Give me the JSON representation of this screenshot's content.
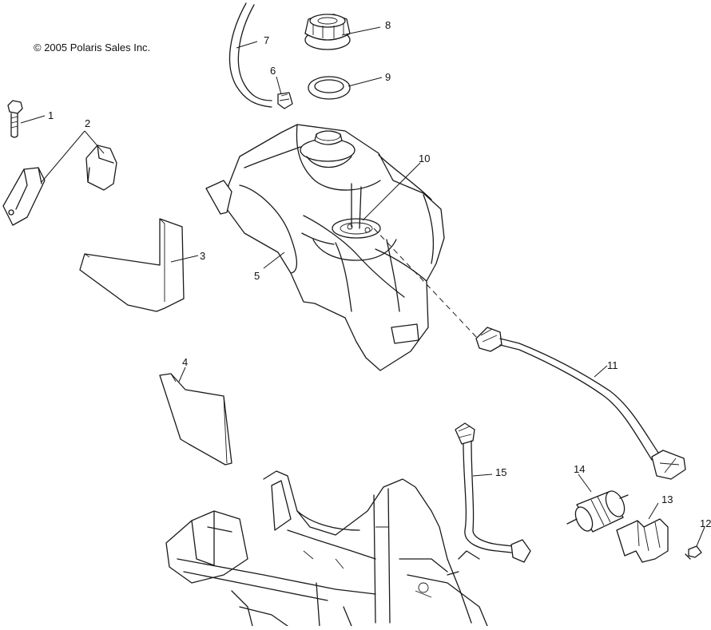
{
  "copyright": "© 2005 Polaris Sales Inc.",
  "callouts": [
    {
      "id": "1",
      "text": "1"
    },
    {
      "id": "2",
      "text": "2"
    },
    {
      "id": "3",
      "text": "3"
    },
    {
      "id": "4",
      "text": "4"
    },
    {
      "id": "5",
      "text": "5"
    },
    {
      "id": "6",
      "text": "6"
    },
    {
      "id": "7",
      "text": "7"
    },
    {
      "id": "8",
      "text": "8"
    },
    {
      "id": "9",
      "text": "9"
    },
    {
      "id": "10",
      "text": "10"
    },
    {
      "id": "11",
      "text": "11"
    },
    {
      "id": "12",
      "text": "12"
    },
    {
      "id": "13",
      "text": "13"
    },
    {
      "id": "14",
      "text": "14"
    },
    {
      "id": "15",
      "text": "15"
    }
  ]
}
